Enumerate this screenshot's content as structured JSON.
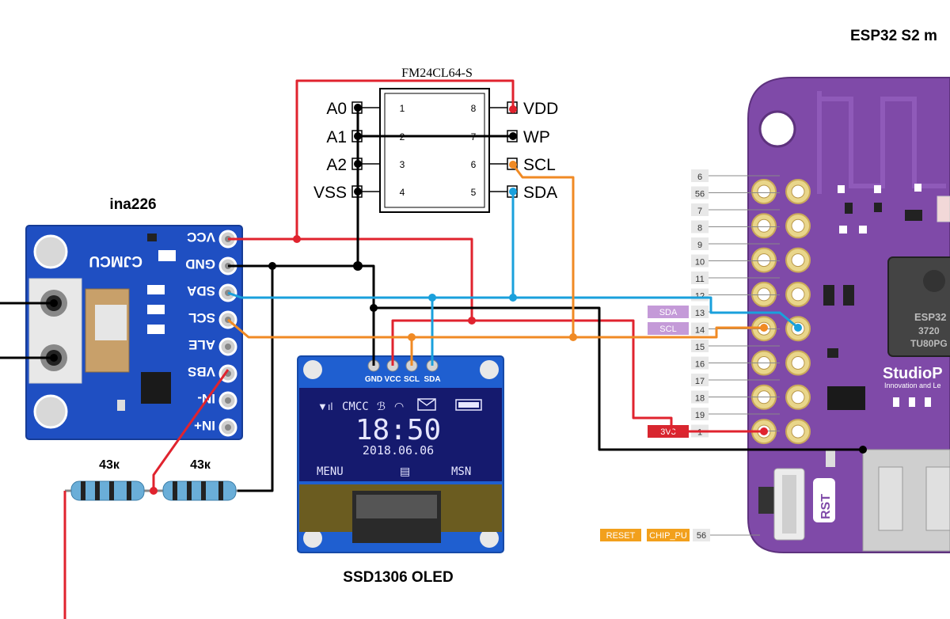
{
  "titles": {
    "eeprom": "FM24CL64-S",
    "esp32": "ESP32 S2 m",
    "ina226": "ina226",
    "oled": "SSD1306 OLED"
  },
  "eeprom": {
    "left_labels": [
      "A0",
      "A1",
      "A2",
      "VSS"
    ],
    "left_nums": [
      "1",
      "2",
      "3",
      "4"
    ],
    "right_labels": [
      "VDD",
      "WP",
      "SCL",
      "SDA"
    ],
    "right_nums": [
      "8",
      "7",
      "6",
      "5"
    ]
  },
  "ina226": {
    "brand": "CJMCU",
    "pins": [
      "VCC",
      "GND",
      "SDA",
      "SCL",
      "ALE",
      "VBS",
      "IN-",
      "IN+"
    ]
  },
  "resistors": {
    "r1": "43к",
    "r2": "43к"
  },
  "oled": {
    "pins": [
      "GND",
      "VCC",
      "SCL",
      "SDA"
    ],
    "carrier": "CMCC",
    "time": "18:50",
    "date": "2018.06.06",
    "menu": "MENU",
    "msn": "MSN"
  },
  "esp32": {
    "left_pins": [
      "6",
      "56",
      "7",
      "8",
      "9",
      "10",
      "11",
      "12",
      "13",
      "14",
      "15",
      "16",
      "17",
      "18",
      "19",
      "1"
    ],
    "sda_tag": "SDA",
    "scl_tag": "SCL",
    "v33_tag": "3V3",
    "reset_tag": "RESET",
    "chippu_tag": "CHIP_PU",
    "chippu_pin": "56",
    "rst_button": "RST",
    "brand": "StudioP",
    "brand_sub": "Innovation and Le",
    "chip_line1": "ESP32",
    "chip_line2": "3720",
    "chip_line3": "TU80PG"
  },
  "colors": {
    "wire_red": "#e0232e",
    "wire_black": "#000000",
    "wire_blue": "#1aa0dc",
    "wire_orange": "#f08a24",
    "pcb_blue": "#1f4fc2",
    "board_purple": "#7f4aa8"
  }
}
